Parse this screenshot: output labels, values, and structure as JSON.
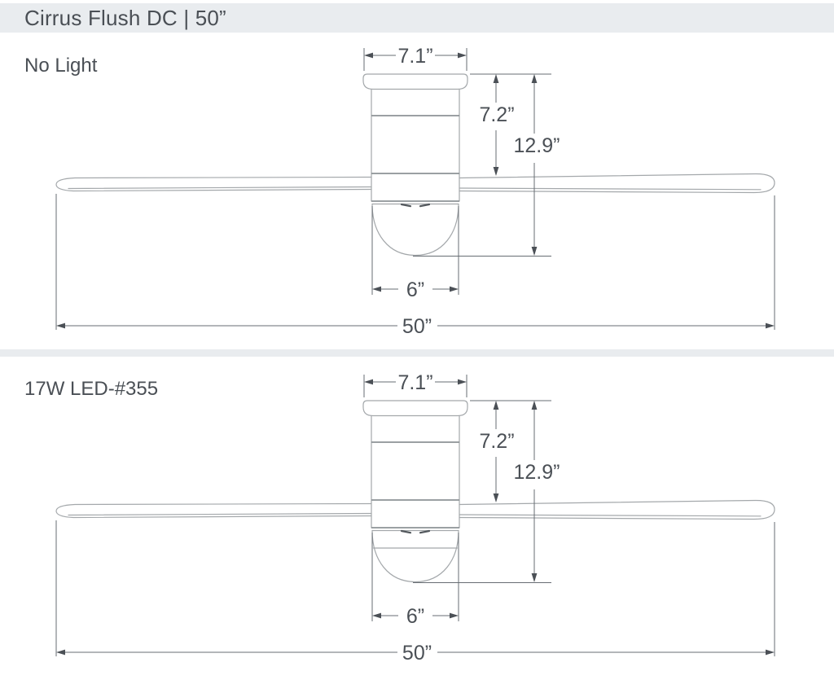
{
  "header": {
    "title": "Cirrus Flush DC | 50”"
  },
  "diagrams": [
    {
      "label": "No Light",
      "has_light_lens": false,
      "dims": {
        "canopy_width": "7.1”",
        "housing_height": "7.2”",
        "total_height": "12.9”",
        "bowl_width": "6”",
        "blade_span": "50”"
      }
    },
    {
      "label": "17W LED-#355",
      "has_light_lens": true,
      "dims": {
        "canopy_width": "7.1”",
        "housing_height": "7.2”",
        "total_height": "12.9”",
        "bowl_width": "6”",
        "blade_span": "50”"
      }
    }
  ],
  "colors": {
    "header_bg": "#e9ecef",
    "divider": "#e9ecef",
    "outline": "#a4a8ab",
    "dimension_line": "#676d73",
    "text": "#4b5056"
  }
}
